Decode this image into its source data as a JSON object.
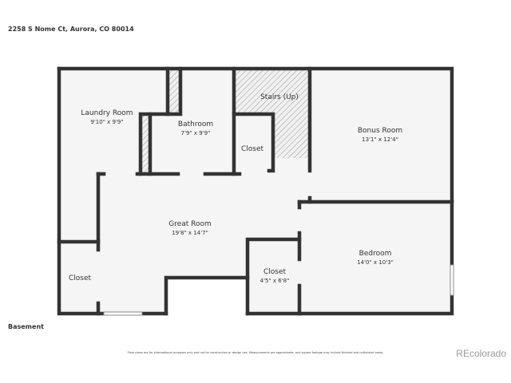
{
  "address": "2258 S Nome Ct, Aurora, CO 80014",
  "floor_label": "Basement",
  "disclaimer": "Floor plans are for informational purposes only and not for construction or design use. Measurements are approximate, and square footage may include finished and unfinished areas.",
  "brand": "REcolorado",
  "colors": {
    "wall": "#333333",
    "floor": "#f5f5f5",
    "hatch": "#999999"
  },
  "rooms": [
    {
      "name": "Laundry Room",
      "dims": "9'10\" x 9'9\""
    },
    {
      "name": "Bathroom",
      "dims": "7'9\" x 9'9\""
    },
    {
      "name": "Stairs (Up)",
      "dims": ""
    },
    {
      "name": "Closet",
      "dims": ""
    },
    {
      "name": "Bonus Room",
      "dims": "13'1\" x 12'4\""
    },
    {
      "name": "Great Room",
      "dims": "19'8\" x 14'7\""
    },
    {
      "name": "Bedroom",
      "dims": "14'0\" x 10'3\""
    },
    {
      "name": "Closet",
      "dims": "4'5\" x 6'8\""
    },
    {
      "name": "Closet",
      "dims": ""
    }
  ]
}
